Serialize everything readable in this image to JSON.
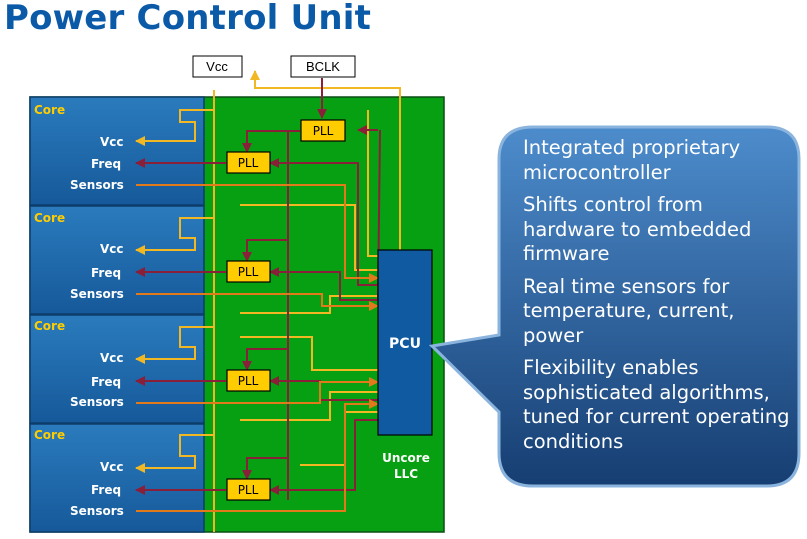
{
  "title": "Power Control Unit",
  "inputs": {
    "vcc": "Vcc",
    "bclk": "BCLK"
  },
  "cores": [
    {
      "label": "Core",
      "vcc": "Vcc",
      "freq": "Freq",
      "sensors": "Sensors",
      "pll": "PLL"
    },
    {
      "label": "Core",
      "vcc": "Vcc",
      "freq": "Freq",
      "sensors": "Sensors",
      "pll": "PLL"
    },
    {
      "label": "Core",
      "vcc": "Vcc",
      "freq": "Freq",
      "sensors": "Sensors",
      "pll": "PLL"
    },
    {
      "label": "Core",
      "vcc": "Vcc",
      "freq": "Freq",
      "sensors": "Sensors",
      "pll": "PLL"
    }
  ],
  "uncore_pll": "PLL",
  "pcu": "PCU",
  "uncore": {
    "line1": "Uncore",
    "line2": "LLC"
  },
  "callout_items": [
    "Integrated proprietary microcontroller",
    "Shifts control from hardware to embedded firmware",
    "Real time sensors for temperature, current, power",
    "Flexibility enables sophisticated algorithms, tuned for current operating conditions"
  ],
  "colors": {
    "title": "#0a5aa8",
    "core_fill": "#1f6aa8",
    "uncore_fill": "#06a012",
    "pll_fill": "#ffcc00",
    "vcc_wire": "#f2b824",
    "freq_wire": "#8a1f3a",
    "sensor_wire": "#e07a1a",
    "pcu_fill": "#0f5aa0",
    "callout_fill": "#1a4f8a"
  }
}
